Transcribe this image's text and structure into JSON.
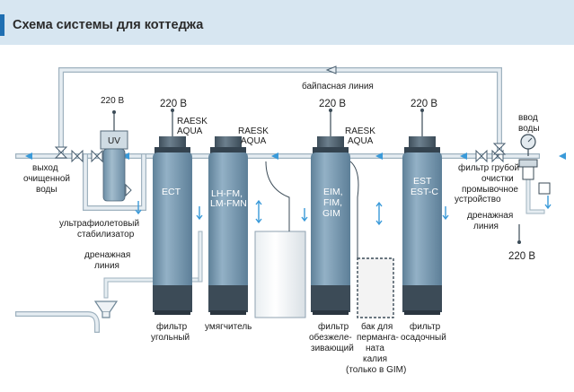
{
  "title": "Схема системы для коттеджа",
  "labels": {
    "bypass_line": "байпасная линия",
    "voltage": "220 В",
    "raesk_aqua_1": "RAESK",
    "raesk_aqua_2": "AQUA",
    "output_1": "выход",
    "output_2": "очищенной",
    "output_3": "воды",
    "uv_box": "UV",
    "uv_caption_1": "ультрафиолетовый",
    "uv_caption_2": "стабилизатор",
    "drain_left_1": "дренажная",
    "drain_left_2": "линия",
    "input_1": "ввод",
    "input_2": "воды",
    "coarse_filter_1": "фильтр грубой",
    "coarse_filter_2": "очистки",
    "flush_1": "промывочное",
    "flush_2": "устройство",
    "drain_right_1": "дренажная",
    "drain_right_2": "линия"
  },
  "tanks": [
    {
      "inner_1": "ECT",
      "inner_2": "",
      "inner_3": "",
      "caption_1": "фильтр",
      "caption_2": "угольный",
      "caption_3": ""
    },
    {
      "inner_1": "LH-FM,",
      "inner_2": "LM-FMN",
      "inner_3": "",
      "caption_1": "умягчитель",
      "caption_2": "",
      "caption_3": ""
    },
    {
      "inner_1": "EIM,",
      "inner_2": "FIM,",
      "inner_3": "GIM",
      "caption_1": "фильтр",
      "caption_2": "обезжеле-",
      "caption_3": "зивающий"
    },
    {
      "inner_1": "EST",
      "inner_2": "EST-C",
      "inner_3": "",
      "caption_1": "фильтр",
      "caption_2": "осадочный",
      "caption_3": ""
    }
  ],
  "potassium_tank": {
    "caption_1": "бак для",
    "caption_2": "перманга-",
    "caption_3": "ната",
    "caption_4": "калия",
    "caption_5": "(только в GIM)"
  },
  "colors": {
    "title_band": "#d7e6f1",
    "accent": "#1f6fb2",
    "tank_body": "#7e9fb8",
    "tank_base": "#3c4b57",
    "arrow_blue": "#3a9ad9",
    "pipe": "#d8e2e8"
  }
}
